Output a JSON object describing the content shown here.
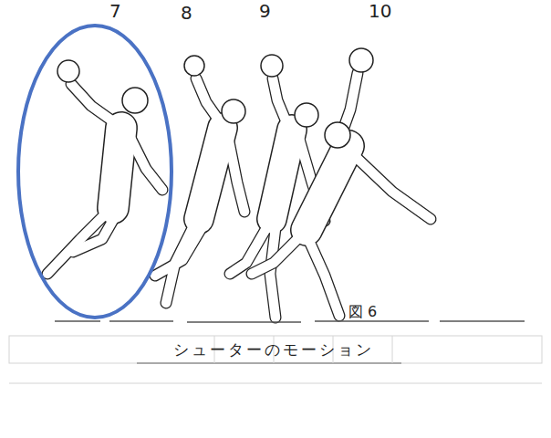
{
  "diagram": {
    "caption": "シューターのモーション",
    "labels": [
      "7",
      "8",
      "9",
      "10",
      "図 6"
    ]
  }
}
